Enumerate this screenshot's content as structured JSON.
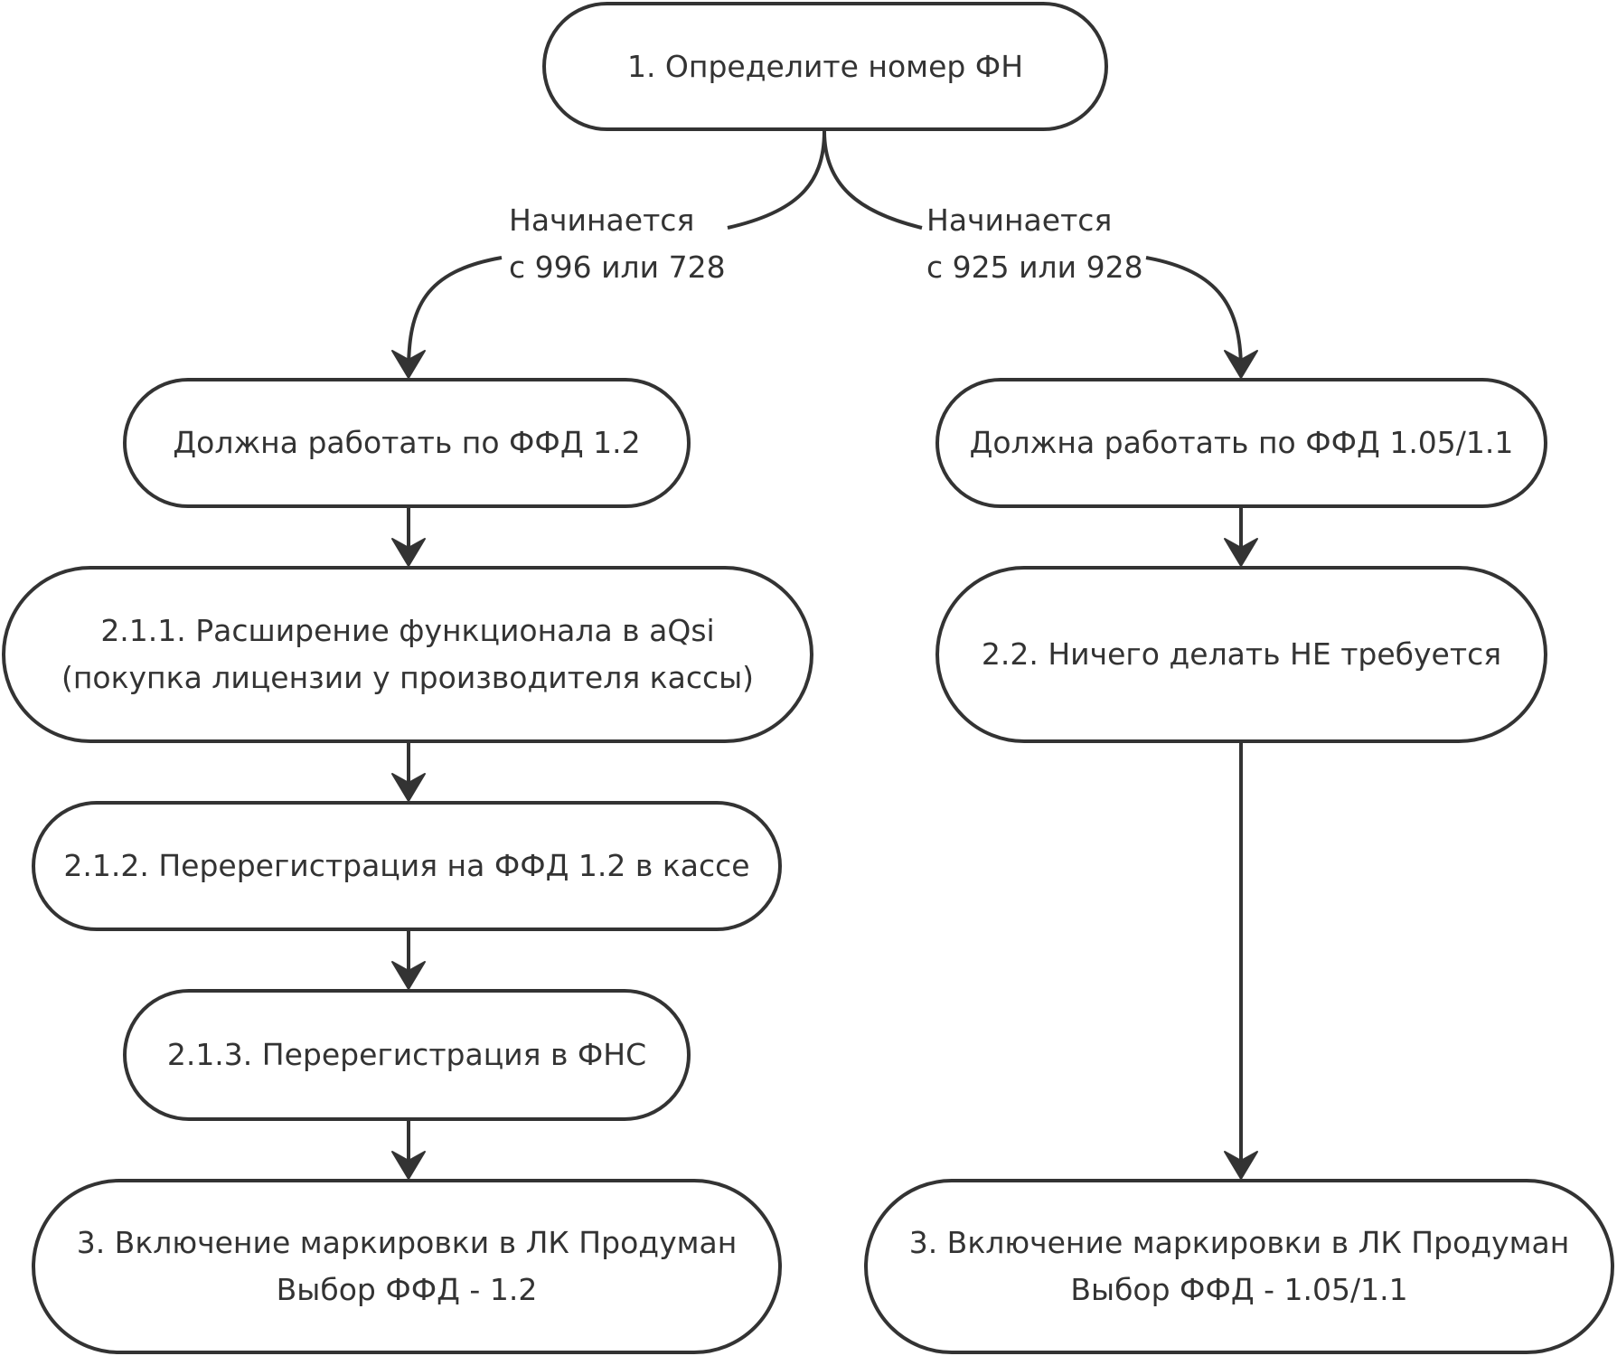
{
  "colors": {
    "stroke": "#333333",
    "background": "#ffffff",
    "text": "#333333"
  },
  "nodes": {
    "start": {
      "lines": [
        "1. Определите номер ФН"
      ]
    },
    "ffd12": {
      "lines": [
        "Должна работать по ФФД 1.2"
      ]
    },
    "ffd105": {
      "lines": [
        "Должна работать по ФФД 1.05/1.1"
      ]
    },
    "step211": {
      "lines": [
        "2.1.1. Расширение функционала в aQsi",
        "(покупка лицензии у производителя кассы)"
      ]
    },
    "step22": {
      "lines": [
        "2.2. Ничего делать НЕ требуется"
      ]
    },
    "step212": {
      "lines": [
        "2.1.2. Перерегистрация на ФФД 1.2 в кассе"
      ]
    },
    "step213": {
      "lines": [
        "2.1.3. Перерегистрация в ФНС"
      ]
    },
    "step3left": {
      "lines": [
        "3. Включение маркировки в ЛК Продуман",
        "Выбор ФФД - 1.2"
      ]
    },
    "step3right": {
      "lines": [
        "3. Включение маркировки в ЛК Продуман",
        "Выбор ФФД - 1.05/1.1"
      ]
    }
  },
  "edge_labels": {
    "left": {
      "lines": [
        "Начинается",
        "с 996 или 728"
      ]
    },
    "right": {
      "lines": [
        "Начинается",
        "с 925 или 928"
      ]
    }
  }
}
